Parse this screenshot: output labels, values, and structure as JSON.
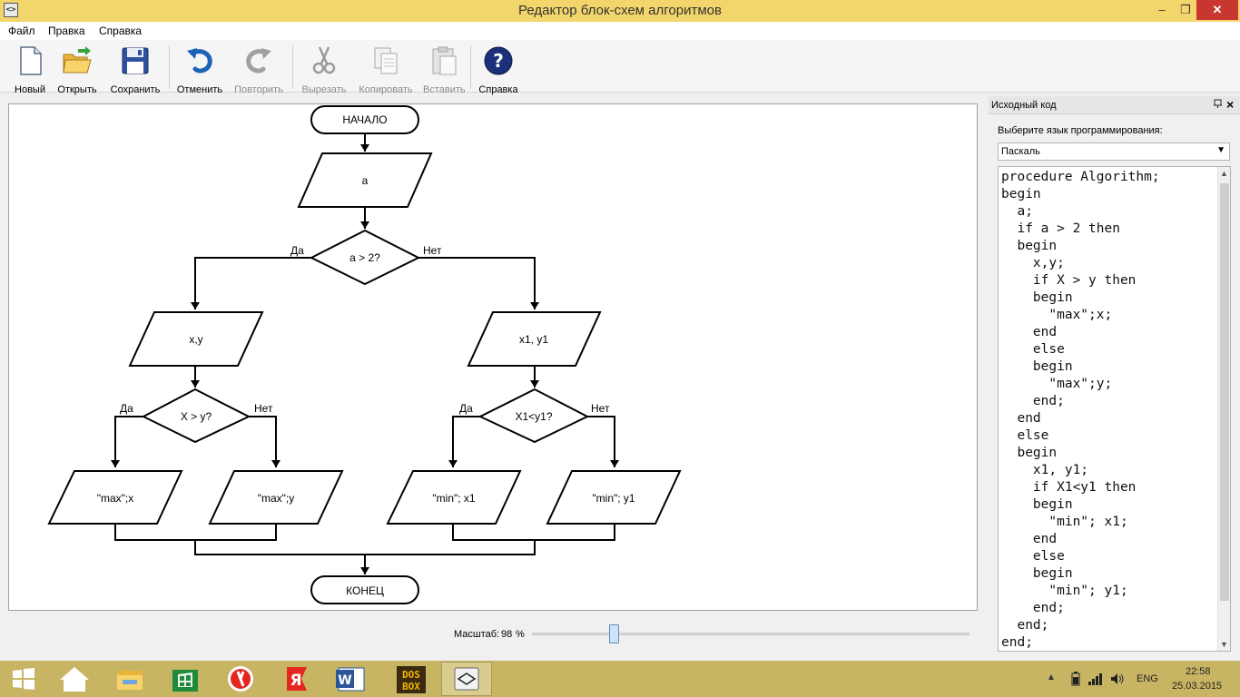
{
  "window": {
    "title": "Редактор блок-схем алгоритмов",
    "icon_text": "<>",
    "controls": {
      "minimize": "–",
      "maximize": "❐",
      "close": "✕"
    }
  },
  "menu": [
    "Файл",
    "Правка",
    "Справка"
  ],
  "toolbar": {
    "new": "Новый",
    "open": "Открыть",
    "save": "Сохранить",
    "undo": "Отменить",
    "redo": "Повторить",
    "cut": "Вырезать",
    "copy": "Копировать",
    "paste": "Вставить",
    "help": "Справка",
    "disabled": [
      "redo",
      "cut",
      "copy",
      "paste"
    ]
  },
  "flowchart": {
    "start": "НАЧАЛО",
    "end": "КОНЕЦ",
    "input_a": "a",
    "cond_a": "a > 2?",
    "input_xy": "x,y",
    "input_x1y1": "x1, y1",
    "cond_xy": "X > y?",
    "cond_x1y1": "X1<y1?",
    "out_max_x": "\"max\";x",
    "out_max_y": "\"max\";y",
    "out_min_x1": "\"min\"; x1",
    "out_min_y1": "\"min\"; y1",
    "yes": "Да",
    "no": "Нет"
  },
  "zoom": {
    "label": "Масштаб:",
    "value": "98",
    "unit": "%",
    "slider_fraction": 0.18
  },
  "source_panel": {
    "title": "Исходный код",
    "pin_icon": "pin-icon",
    "lang_label": "Выберите язык программирования:",
    "lang_value": "Паскаль",
    "code": "procedure Algorithm;\nbegin\n  a;\n  if a > 2 then\n  begin\n    x,y;\n    if X > y then\n    begin\n      \"max\";x;\n    end\n    else\n    begin\n      \"max\";y;\n    end;\n  end\n  else\n  begin\n    x1, y1;\n    if X1<y1 then\n    begin\n      \"min\"; x1;\n    end\n    else\n    begin\n      \"min\"; y1;\n    end;\n  end;\nend;"
  },
  "taskbar": {
    "apps": [
      "start-button",
      "desktop-app",
      "file-explorer",
      "windows-store",
      "yandex-browser",
      "yandex-app",
      "word",
      "dosbox",
      "flowchart-editor"
    ],
    "lang": "ENG",
    "time": "22:58",
    "date": "25.03.2015"
  },
  "colors": {
    "titlebar": "#f3d66b",
    "taskbar": "#c8b564",
    "close": "#c7372f",
    "accent_blue": "#1c63b5"
  }
}
